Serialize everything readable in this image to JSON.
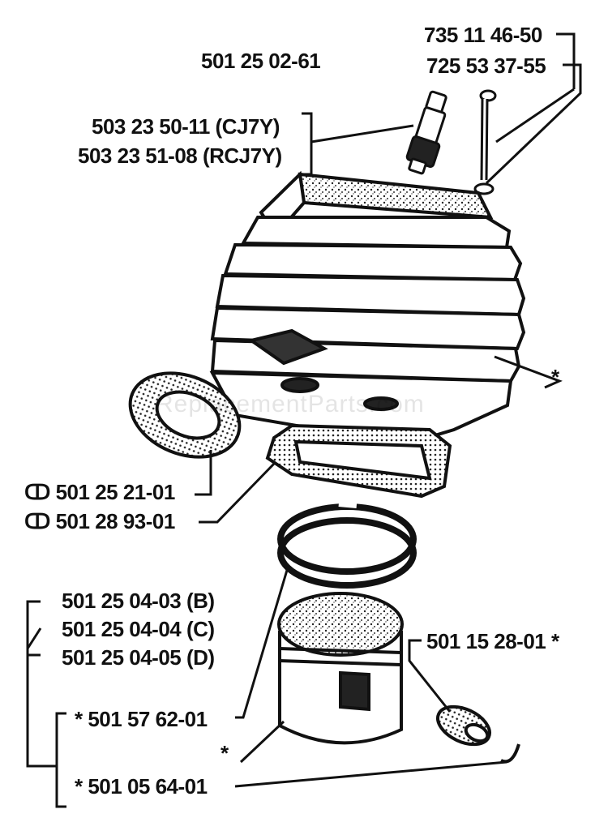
{
  "parts": {
    "cylinder_ref": "501 25 02-61",
    "spark_plug_cj7y": "503 23 50-11 (CJ7Y)",
    "spark_plug_rcj7y": "503 23 51-08 (RCJ7Y)",
    "screw_1": "735 11 46-50",
    "screw_2": "725 53 37-55",
    "cylinder_star": "*",
    "gasket_1": "ↀ 501 25 21-01",
    "gasket_2": "ↀ 501 28 93-01",
    "piston_b": "501 25 04-03 (B)",
    "piston_c": "501 25 04-04 (C)",
    "piston_d": "501 25 04-05 (D)",
    "bearing": "501 15 28-01  *",
    "ring": "*  501 57 62-01",
    "piston_star": "*",
    "circlip": "*  501 05 64-01"
  },
  "watermark": "ReplacementParts.com",
  "colors": {
    "ink": "#111111",
    "paper": "#ffffff"
  }
}
